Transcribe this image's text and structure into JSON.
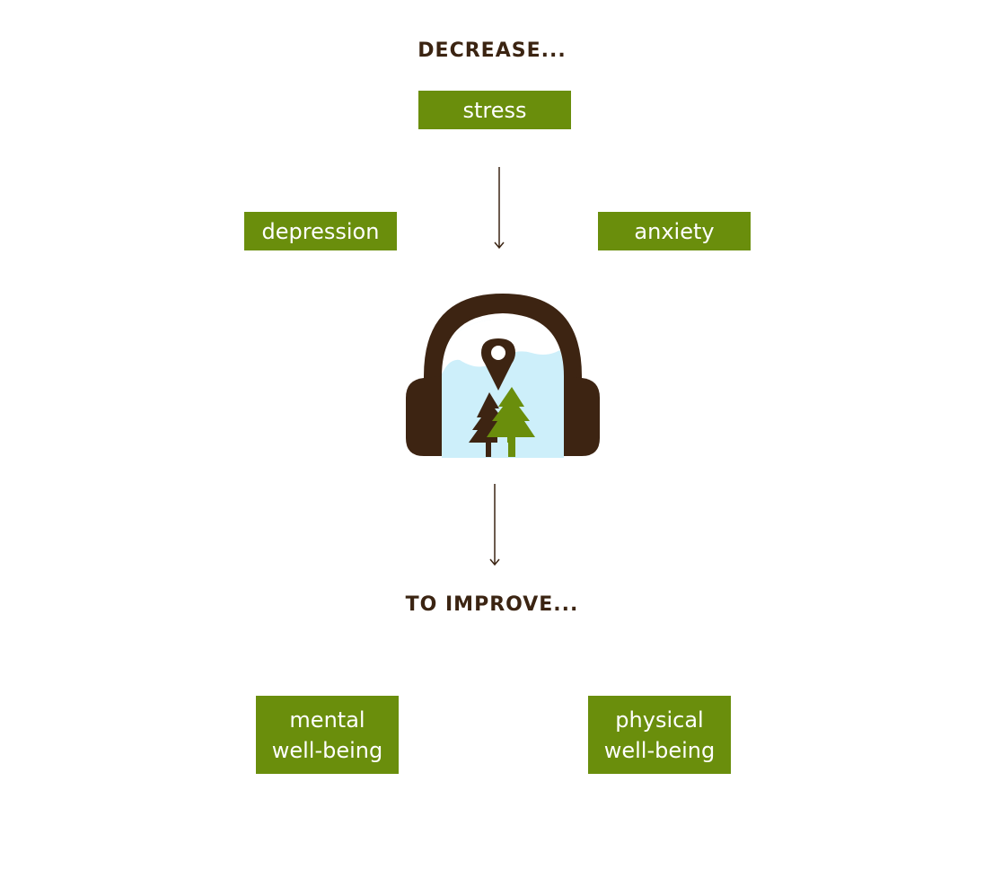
{
  "diagram": {
    "heading_top": "DECREASE...",
    "heading_bottom": "TO IMPROVE...",
    "decrease_items": {
      "stress": "stress",
      "depression": "depression",
      "anxiety": "anxiety"
    },
    "improve_items": {
      "mental": [
        "mental",
        "well-being"
      ],
      "physical": [
        "physical",
        "well-being"
      ]
    }
  },
  "colors": {
    "box_green": "#6a8e0c",
    "heading_brown": "#3b2412",
    "logo_brown": "#3d2412",
    "sky_blue": "#cdeffa",
    "tree_green": "#6a8e0c"
  },
  "icons": {
    "center_logo": "headphones-forest-location-icon",
    "arrow": "arrow-down-icon"
  }
}
